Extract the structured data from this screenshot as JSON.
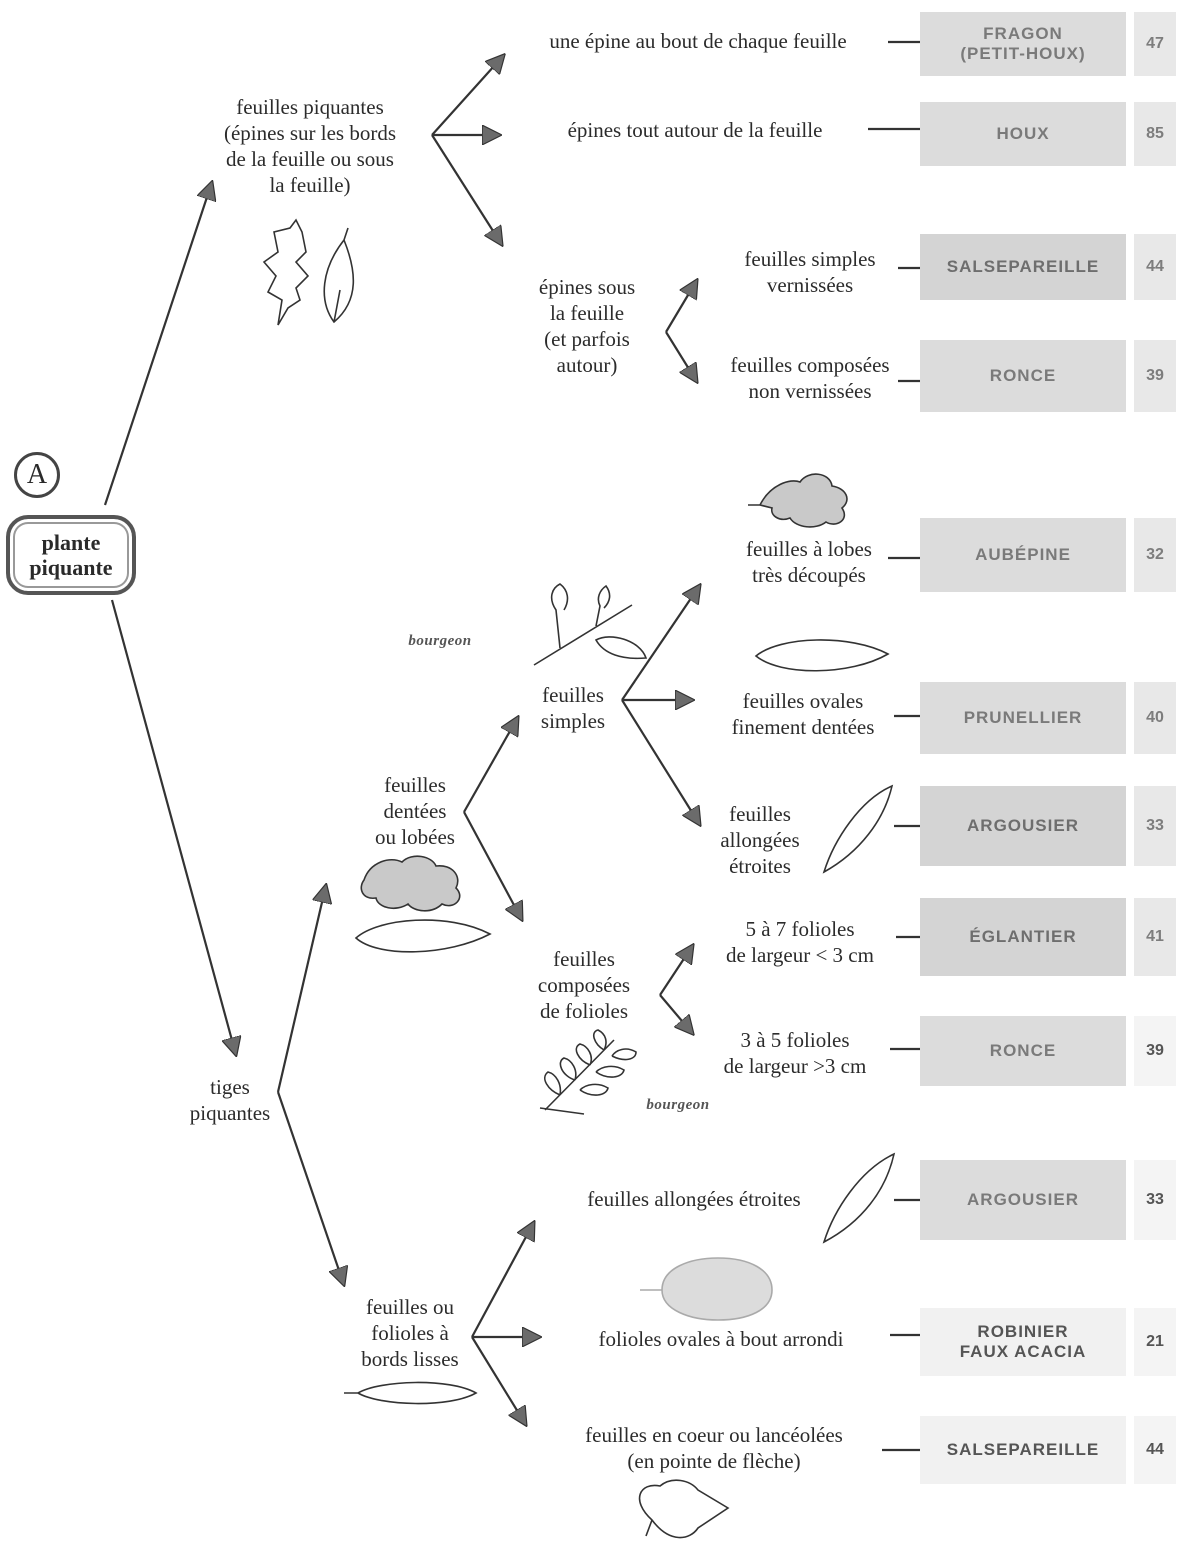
{
  "root": {
    "letter": "A",
    "label": "plante\npiquante"
  },
  "nodes": {
    "feuilles_piquantes": "feuilles piquantes\n(épines sur les bords\nde la feuille ou sous\nla feuille)",
    "epine_bout": "une épine au bout de chaque feuille",
    "epines_autour": "épines tout autour de la feuille",
    "epines_sous": "épines sous\nla feuille\n(et parfois\nautour)",
    "simples_vernissees": "feuilles simples\nvernissées",
    "composees_non_vernissees": "feuilles composées\nnon vernissées",
    "tiges_piquantes": "tiges\npiquantes",
    "dentees_lobees": "feuilles\ndentées\nou lobées",
    "feuilles_simples": "feuilles\nsimples",
    "lobes_decoupes": "feuilles à lobes\ntrès découpés",
    "ovales_dentees": "feuilles ovales\nfinement dentées",
    "allongees_etroites_1": "feuilles\nallongées\nétroites",
    "composees_folioles": "feuilles\ncomposées\nde folioles",
    "folioles_5_7": "5 à 7 folioles\nde largeur < 3 cm",
    "folioles_3_5": "3 à 5 folioles\nde largeur >3 cm",
    "bords_lisses": "feuilles ou\nfolioles à\nbords lisses",
    "allongees_etroites_2": "feuilles allongées étroites",
    "folioles_ovales": "folioles ovales à bout arrondi",
    "coeur_lanceolees": "feuilles en coeur ou lancéolées\n(en pointe de flèche)",
    "bourgeon_1": "bourgeon",
    "bourgeon_2": "bourgeon"
  },
  "results": [
    {
      "name": "FRAGON\n(PETIT-HOUX)",
      "page": "47"
    },
    {
      "name": "HOUX",
      "page": "85"
    },
    {
      "name": "SALSEPAREILLE",
      "page": "44"
    },
    {
      "name": "RONCE",
      "page": "39"
    },
    {
      "name": "AUBÉPINE",
      "page": "32"
    },
    {
      "name": "PRUNELLIER",
      "page": "40"
    },
    {
      "name": "ARGOUSIER",
      "page": "33"
    },
    {
      "name": "ÉGLANTIER",
      "page": "41"
    },
    {
      "name": "RONCE",
      "page": "39"
    },
    {
      "name": "ARGOUSIER",
      "page": "33"
    },
    {
      "name": "ROBINIER\nFAUX ACACIA",
      "page": "21"
    },
    {
      "name": "SALSEPAREILLE",
      "page": "44"
    }
  ],
  "colors": {
    "arrow": "#333333",
    "arrowhead": "#6b6b6b",
    "box": "#dcdcdc"
  }
}
